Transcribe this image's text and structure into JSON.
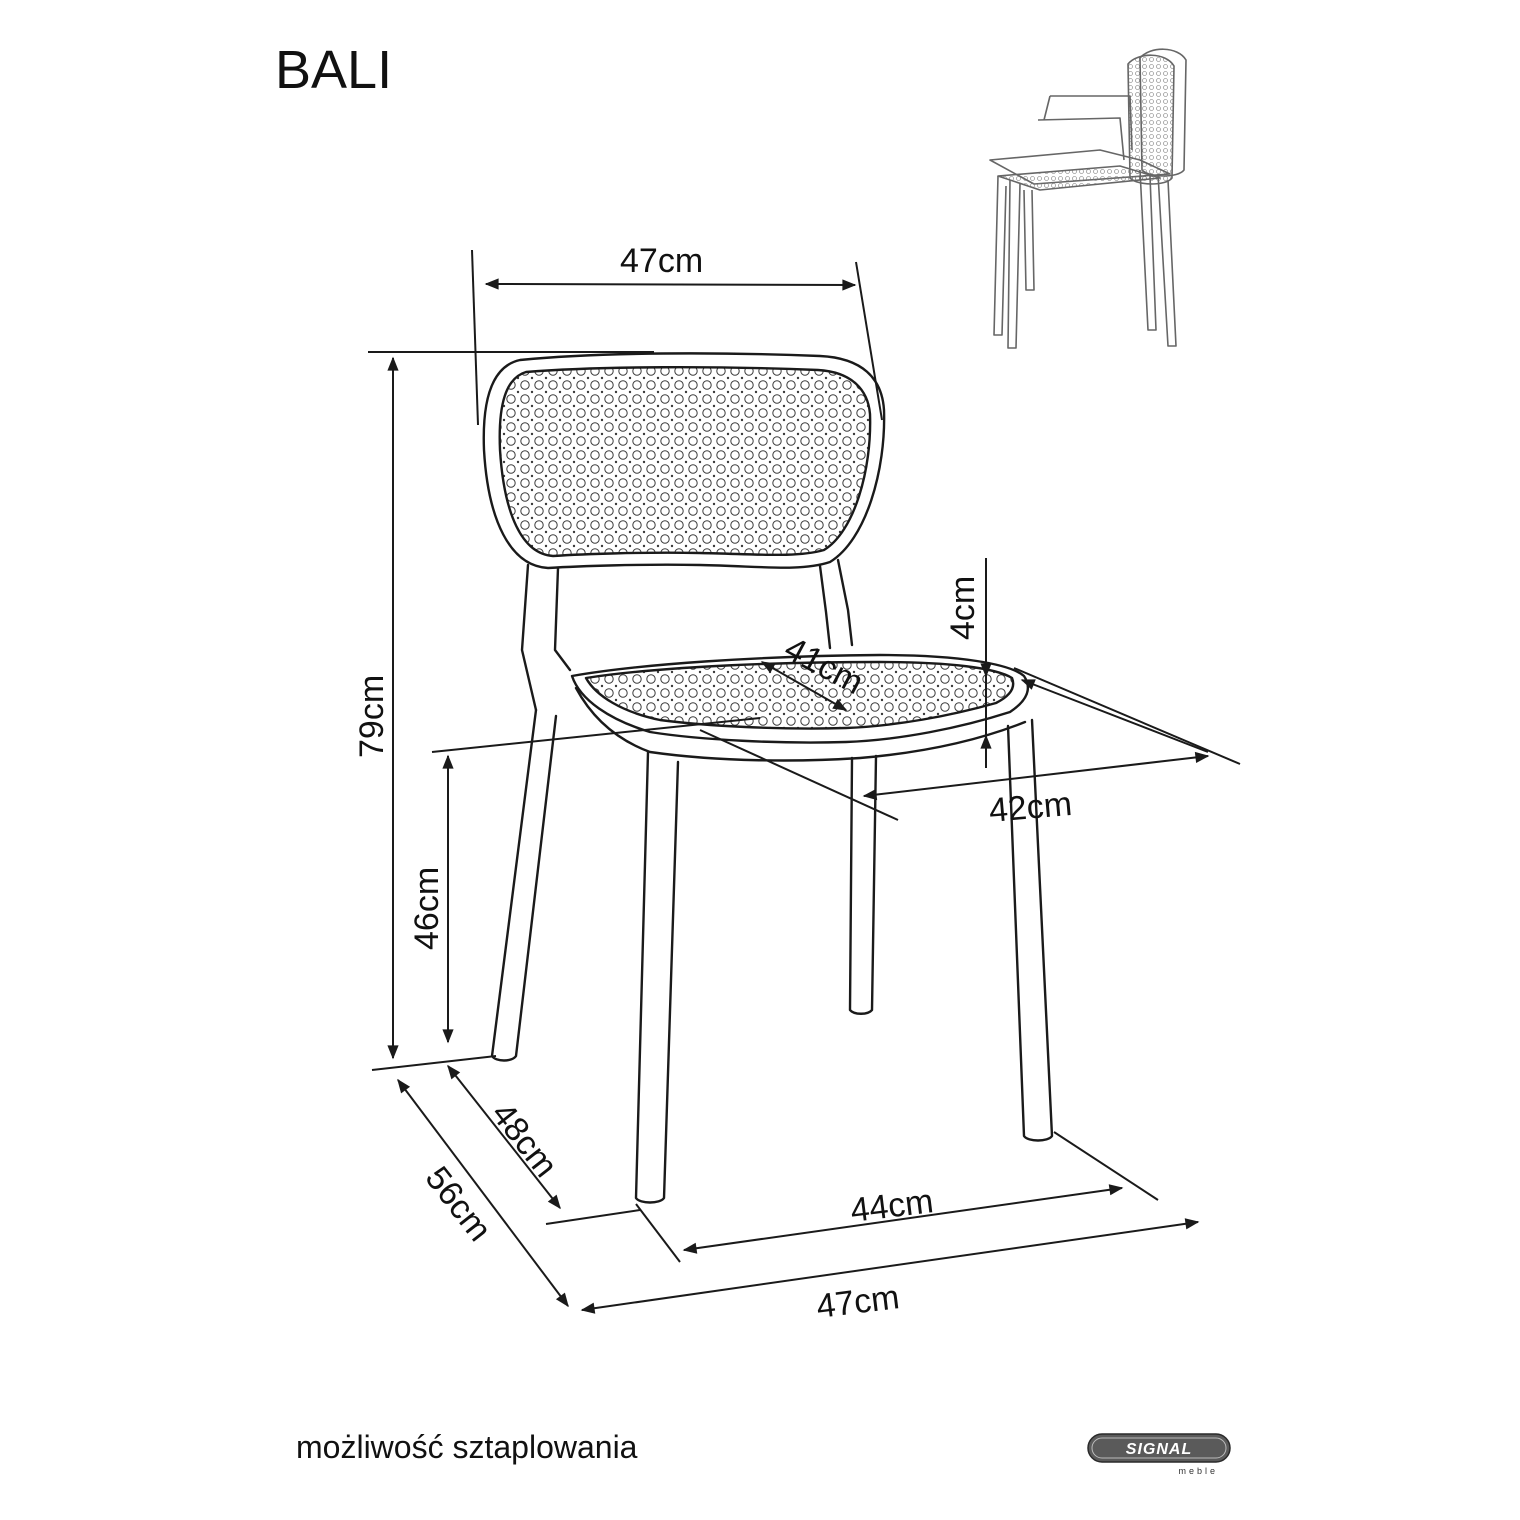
{
  "title": "BALI",
  "caption": "możliwość sztaplowania",
  "logo": {
    "brand": "SIGNAL",
    "sub": "meble"
  },
  "dimensions": {
    "back_width": "47cm",
    "total_height": "79cm",
    "seat_height": "46cm",
    "seat_thickness": "4cm",
    "seat_depth": "41cm",
    "seat_width": "42cm",
    "leg_depth": "48cm",
    "total_depth": "56cm",
    "leg_width": "44cm",
    "total_width": "47cm"
  },
  "colors": {
    "line": "#1a1a1a",
    "background": "#ffffff"
  }
}
